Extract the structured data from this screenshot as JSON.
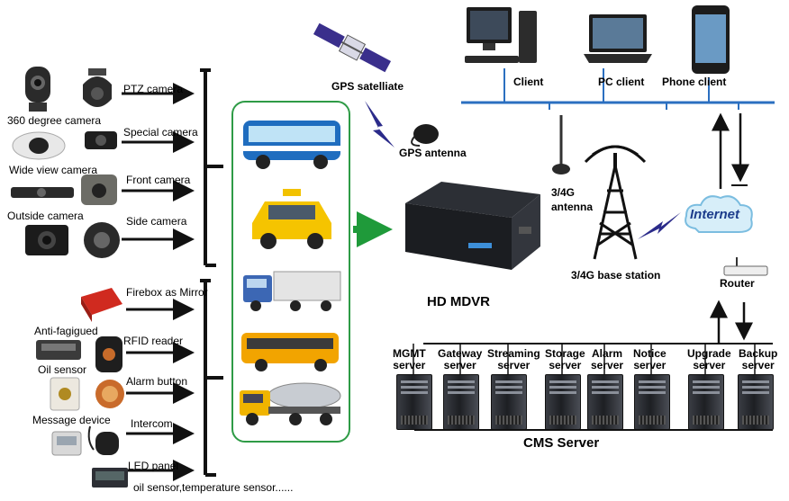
{
  "cameras": [
    {
      "name": "360 degree camera"
    },
    {
      "name": "Wide view camera"
    },
    {
      "name": "Outside camera"
    },
    {
      "name": "PTZ camera"
    },
    {
      "name": "Special camera"
    },
    {
      "name": "Front camera"
    },
    {
      "name": "Side camera"
    }
  ],
  "peripherals": [
    {
      "name": "Firebox as Mirror"
    },
    {
      "name": "Anti-fagigued"
    },
    {
      "name": "RFID reader"
    },
    {
      "name": "Oil sensor"
    },
    {
      "name": "Alarm button"
    },
    {
      "name": "Message device"
    },
    {
      "name": "Intercom"
    },
    {
      "name": "LED panel"
    },
    {
      "name": "oil sensor,temperature sensor......"
    }
  ],
  "vehicles": [
    "bus-icon",
    "taxi-icon",
    "truck-icon",
    "school-bus-icon",
    "tanker-truck-icon"
  ],
  "center": {
    "gps_satellite": "GPS satelliate",
    "gps_antenna": "GPS antenna",
    "mdvr": "HD MDVR",
    "antenna_3g": "3/4G\nantenna",
    "base_station": "3/4G base station",
    "internet": "Internet",
    "router": "Router"
  },
  "clients": [
    {
      "name": "Client"
    },
    {
      "name": "PC client"
    },
    {
      "name": "Phone client"
    }
  ],
  "servers": [
    {
      "name": "MGMT\nserver"
    },
    {
      "name": "Gateway\nserver"
    },
    {
      "name": "Streaming\nserver"
    },
    {
      "name": "Storage\nserver"
    },
    {
      "name": "Alarm\nserver"
    },
    {
      "name": "Notice\nserver"
    },
    {
      "name": "Upgrade\nserver"
    },
    {
      "name": "Backup\nserver"
    }
  ],
  "cms_label": "CMS Server",
  "colors": {
    "green_frame": "#2e9b46",
    "client_bus": "#2b6fc0",
    "arrow_green": "#1f9a3a",
    "dark": "#111111"
  }
}
